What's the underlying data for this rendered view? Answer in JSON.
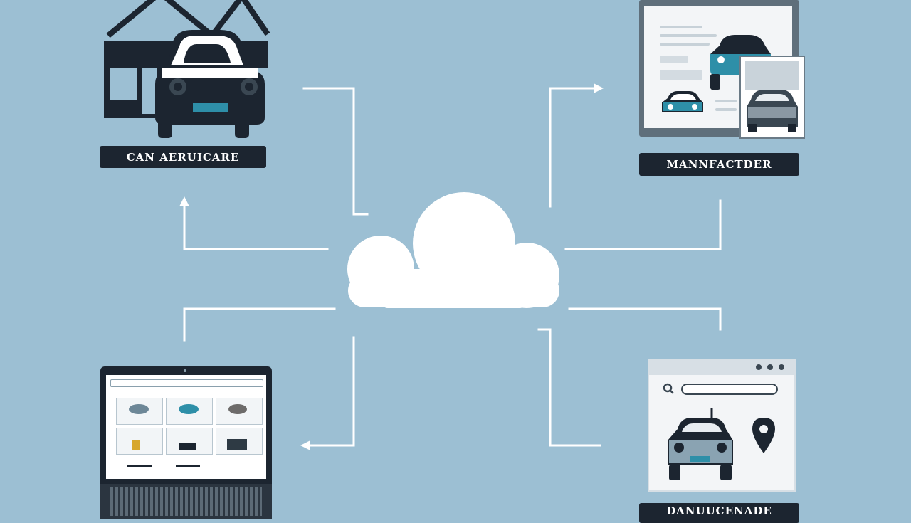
{
  "labels": {
    "dealer": "CAN AERUICARE",
    "manufacturer": "MANNFACTDER",
    "bottom_right": "DANUUCENADE"
  },
  "icons": {
    "center": "cloud-icon",
    "top_left": "car-dealership-icon",
    "top_right": "manufacturer-listing-window-icon",
    "bottom_left": "laptop-inventory-grid-icon",
    "bottom_right": "navigation-app-window-icon",
    "pin": "location-pin-icon"
  },
  "colors": {
    "background": "#9cbfd3",
    "connector": "#ffffff",
    "cloud": "#ffffff",
    "dark": "#1c2530",
    "accent_teal": "#2e8fa8"
  }
}
